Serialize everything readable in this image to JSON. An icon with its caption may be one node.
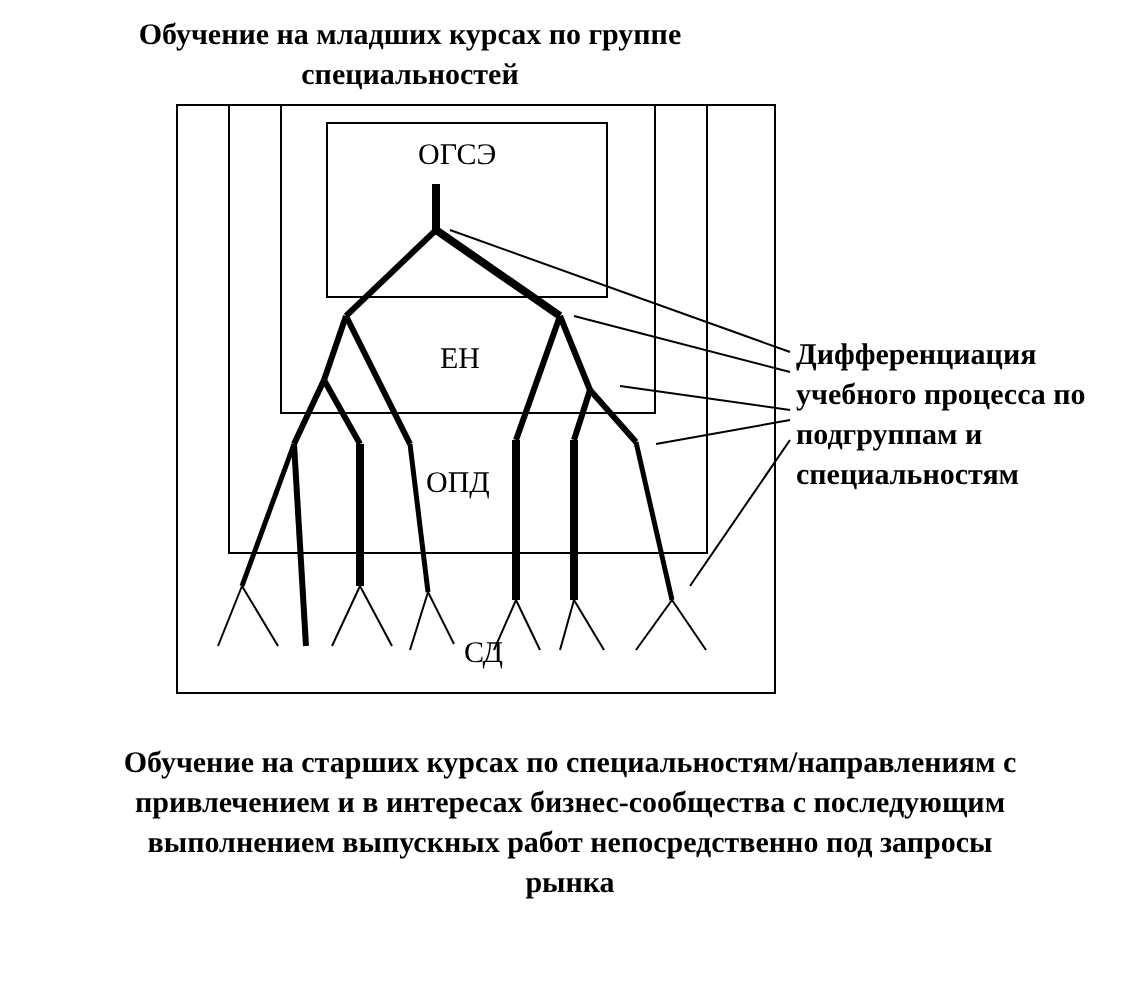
{
  "diagram": {
    "title": "Обучение на младших курсах по группе специальностей",
    "caption": "Обучение на старших курсах по специальностям/направлениям с привлечением и в интересах бизнес-сообщества с последующим выполнением выпускных работ непосредственно под запросы рынка",
    "nodes": [
      {
        "text": [
          "СД"
        ]
      },
      {
        "text": [
          "ОПД"
        ],
        "in": 0
      },
      {
        "text": [
          "ЕН"
        ],
        "in": 1
      },
      {
        "text": [
          "ОГСЭ"
        ],
        "in": 2
      },
      {
        "text": [
          "Дифференциация учебного процесса по подгруппам и специальностям"
        ]
      }
    ],
    "edges": [
      {
        "from": 4,
        "to": 3,
        "arrow": "none"
      },
      {
        "from": 4,
        "to": 2,
        "arrow": "none"
      },
      {
        "from": 4,
        "to": 2,
        "arrow": "none"
      },
      {
        "from": 4,
        "to": 1,
        "arrow": "none"
      },
      {
        "from": 4,
        "to": 0,
        "arrow": "none"
      }
    ]
  }
}
